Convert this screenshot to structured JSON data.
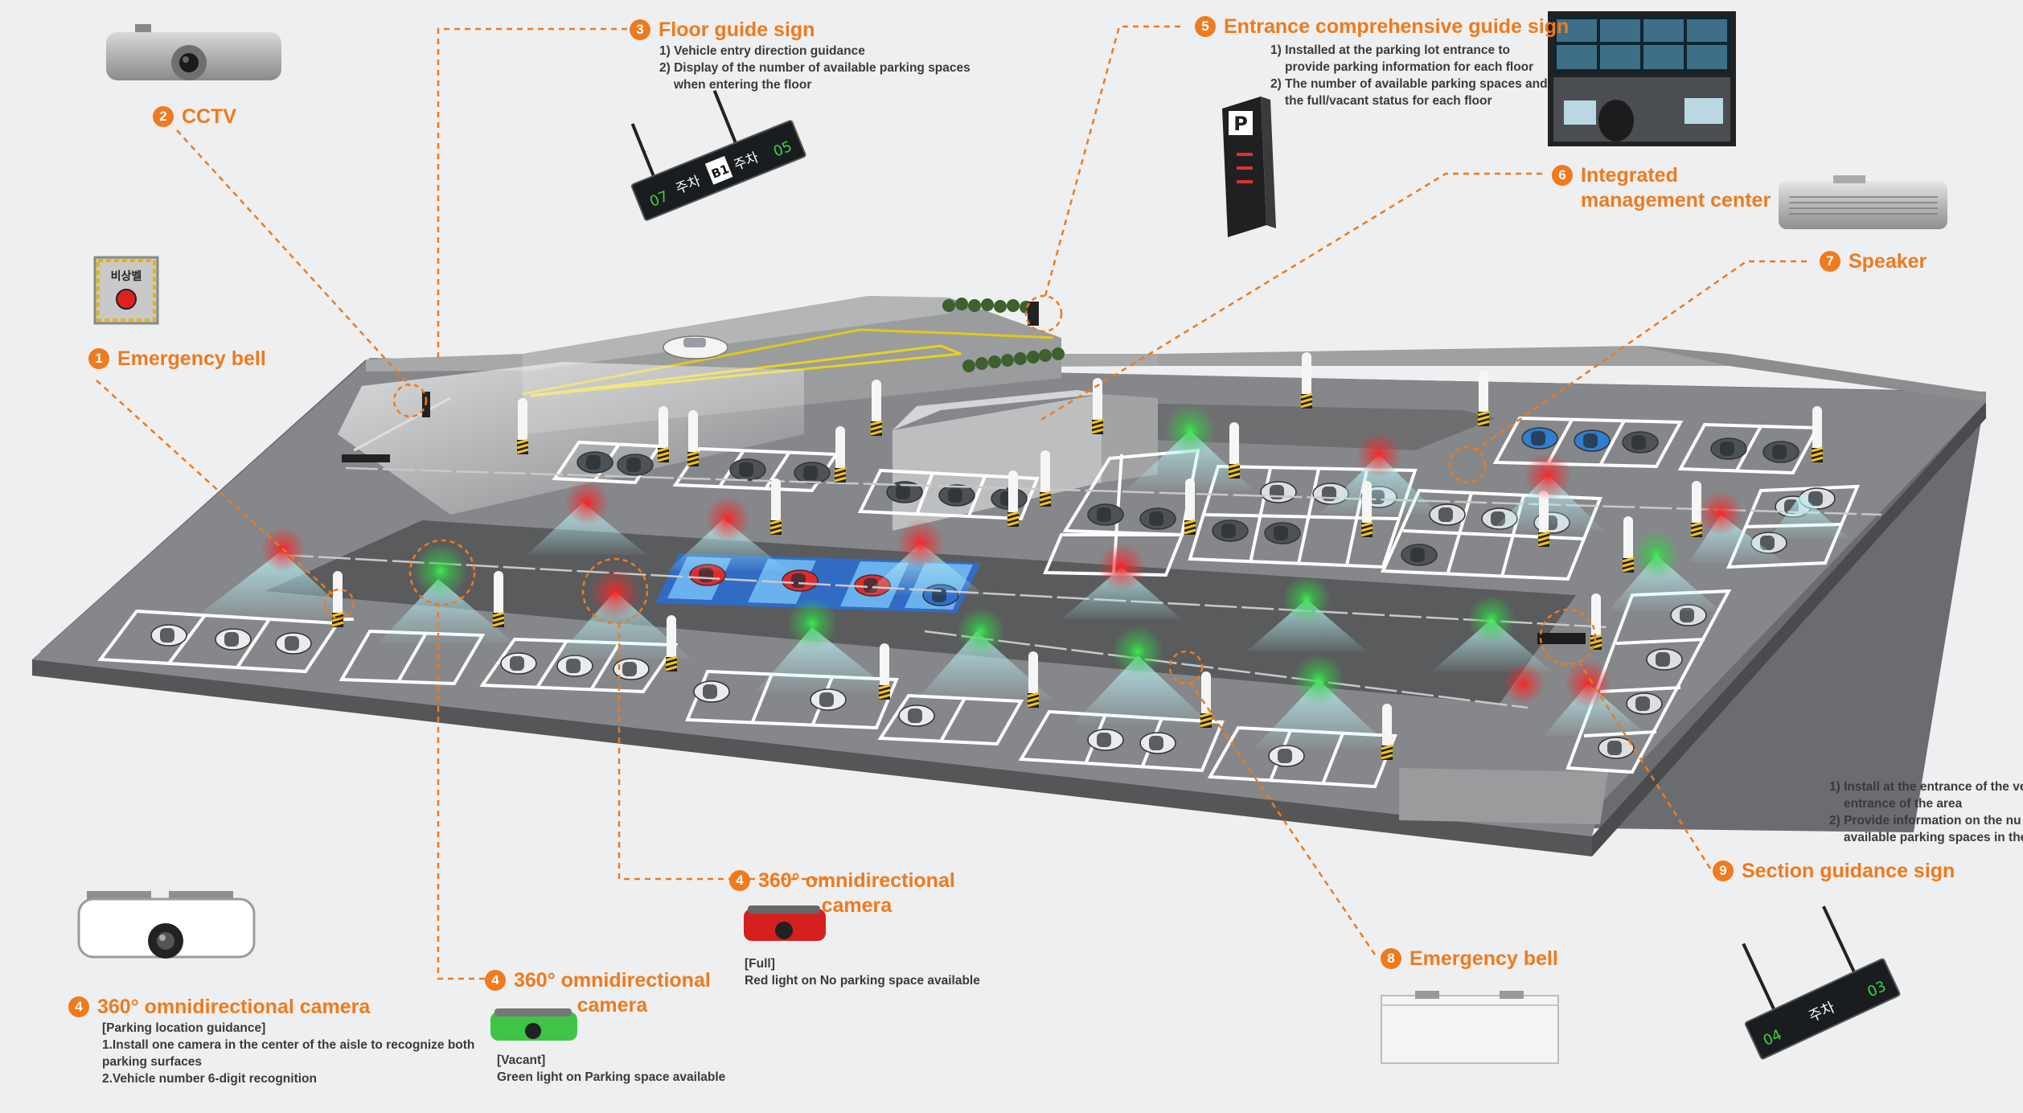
{
  "labels": {
    "cctv": {
      "num": "2",
      "title": "CCTV"
    },
    "floor_guide": {
      "num": "3",
      "title": "Floor guide sign",
      "desc": [
        "1) Vehicle entry direction guidance",
        "2) Display of the number of available parking spaces",
        "when entering the floor"
      ]
    },
    "entrance_guide": {
      "num": "5",
      "title": "Entrance comprehensive guide sign",
      "desc": [
        "1) Installed at the parking lot entrance to",
        "provide parking information for each floor",
        "2) The number of available parking spaces and",
        "the full/vacant status for each floor"
      ]
    },
    "integrated": {
      "num": "6",
      "title_line1": "Integrated",
      "title_line2": "management center"
    },
    "speaker": {
      "num": "7",
      "title": "Speaker"
    },
    "emergency_bell_left": {
      "num": "1",
      "title": "Emergency bell"
    },
    "camera_full": {
      "num": "4",
      "title_line1": "360° omnidirectional",
      "title_line2": "camera",
      "desc": [
        "[Full]",
        "Red light on No parking space available"
      ]
    },
    "camera_vacant": {
      "num": "4",
      "title_line1": "360° omnidirectional",
      "title_line2": "camera",
      "desc": [
        "[Vacant]",
        "Green light on Parking space available"
      ]
    },
    "camera_main": {
      "num": "4",
      "title": "360° omnidirectional camera",
      "desc": [
        "[Parking location guidance]",
        "1.Install one camera in the center of the aisle to recognize both",
        "parking surfaces",
        "2.Vehicle number 6-digit recognition"
      ]
    },
    "emergency_bell_right": {
      "num": "8",
      "title": "Emergency bell"
    },
    "section_guide": {
      "num": "9",
      "title": "Section guidance sign",
      "desc": [
        "1) Install at the entrance of the ve",
        "entrance of the area",
        "2) Provide information on the nu",
        "available parking spaces in the"
      ]
    }
  },
  "signs": {
    "floor_sign": {
      "left_num": "07",
      "text1": "주차",
      "center": "B1",
      "text2": "주차",
      "right_num": "05"
    },
    "section_sign": {
      "left_num": "04",
      "text": "주차",
      "right_num": "03"
    },
    "pole_sign_letter": "P",
    "emergency_plate": "비상벨"
  },
  "colors": {
    "accent": "#f07a1e",
    "red_light": "#e8202a",
    "green_light": "#36c24a",
    "floor": "#7d7e80",
    "line": "#ffffff"
  },
  "icons": [
    "cctv-camera-icon",
    "emergency-bell-icon",
    "omni-camera-icon",
    "speaker-icon",
    "sign-icon",
    "monitor-wall-icon"
  ]
}
